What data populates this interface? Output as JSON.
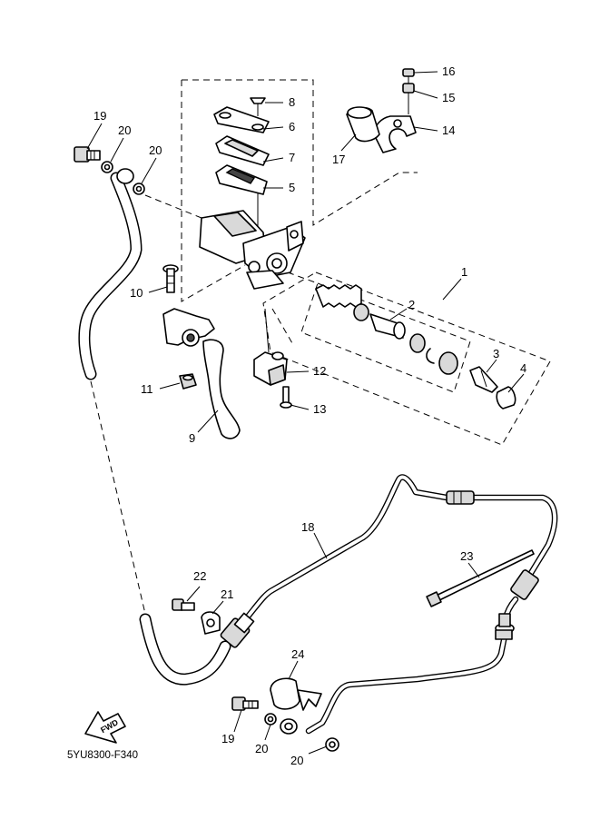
{
  "drawing_code": "5YU8300-F340",
  "fwd_label": "FWD",
  "callouts": [
    {
      "id": "c1",
      "text": "1"
    },
    {
      "id": "c2",
      "text": "2"
    },
    {
      "id": "c3",
      "text": "3"
    },
    {
      "id": "c4",
      "text": "4"
    },
    {
      "id": "c5",
      "text": "5"
    },
    {
      "id": "c6",
      "text": "6"
    },
    {
      "id": "c7",
      "text": "7"
    },
    {
      "id": "c8",
      "text": "8"
    },
    {
      "id": "c9",
      "text": "9"
    },
    {
      "id": "c10",
      "text": "10"
    },
    {
      "id": "c11",
      "text": "11"
    },
    {
      "id": "c12",
      "text": "12"
    },
    {
      "id": "c13",
      "text": "13"
    },
    {
      "id": "c14",
      "text": "14"
    },
    {
      "id": "c15",
      "text": "15"
    },
    {
      "id": "c16",
      "text": "16"
    },
    {
      "id": "c17",
      "text": "17"
    },
    {
      "id": "c18",
      "text": "18"
    },
    {
      "id": "c19a",
      "text": "19"
    },
    {
      "id": "c20a",
      "text": "20"
    },
    {
      "id": "c20b",
      "text": "20"
    },
    {
      "id": "c21",
      "text": "21"
    },
    {
      "id": "c22",
      "text": "22"
    },
    {
      "id": "c23",
      "text": "23"
    },
    {
      "id": "c24",
      "text": "24"
    },
    {
      "id": "c19b",
      "text": "19"
    },
    {
      "id": "c20c",
      "text": "20"
    },
    {
      "id": "c20d",
      "text": "20"
    }
  ]
}
